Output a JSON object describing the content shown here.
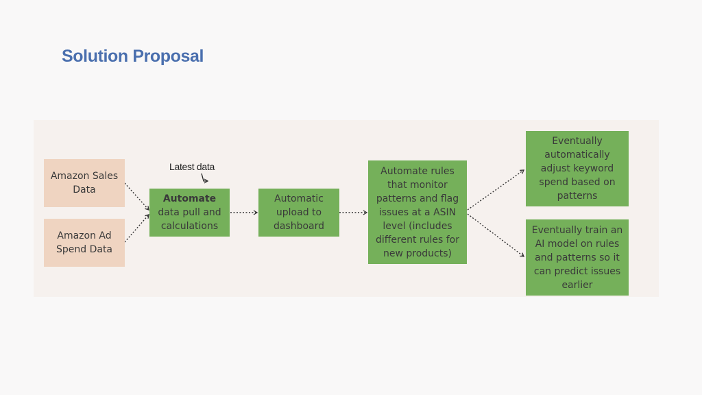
{
  "slide": {
    "title": "Solution Proposal"
  },
  "diagram": {
    "annotation": "Latest data",
    "sources": [
      {
        "label": "Amazon Sales Data"
      },
      {
        "label": "Amazon Ad Spend Data"
      }
    ],
    "steps": {
      "automate_title": "Automate",
      "automate_rest": "data pull and calculations",
      "upload": "Automatic upload to dashboard",
      "rules": "Automate rules that  monitor patterns and flag issues at a ASIN level (includes different rules for new products)",
      "adjust": "Eventually automatically adjust keyword spend based on patterns",
      "train": "Eventually train an AI model on rules and patterns so it can predict issues earlier"
    },
    "colors": {
      "source_box": "#efd4c1",
      "step_box": "#75b05a",
      "title": "#4a6fae",
      "panel": "#f6f1ee"
    }
  }
}
